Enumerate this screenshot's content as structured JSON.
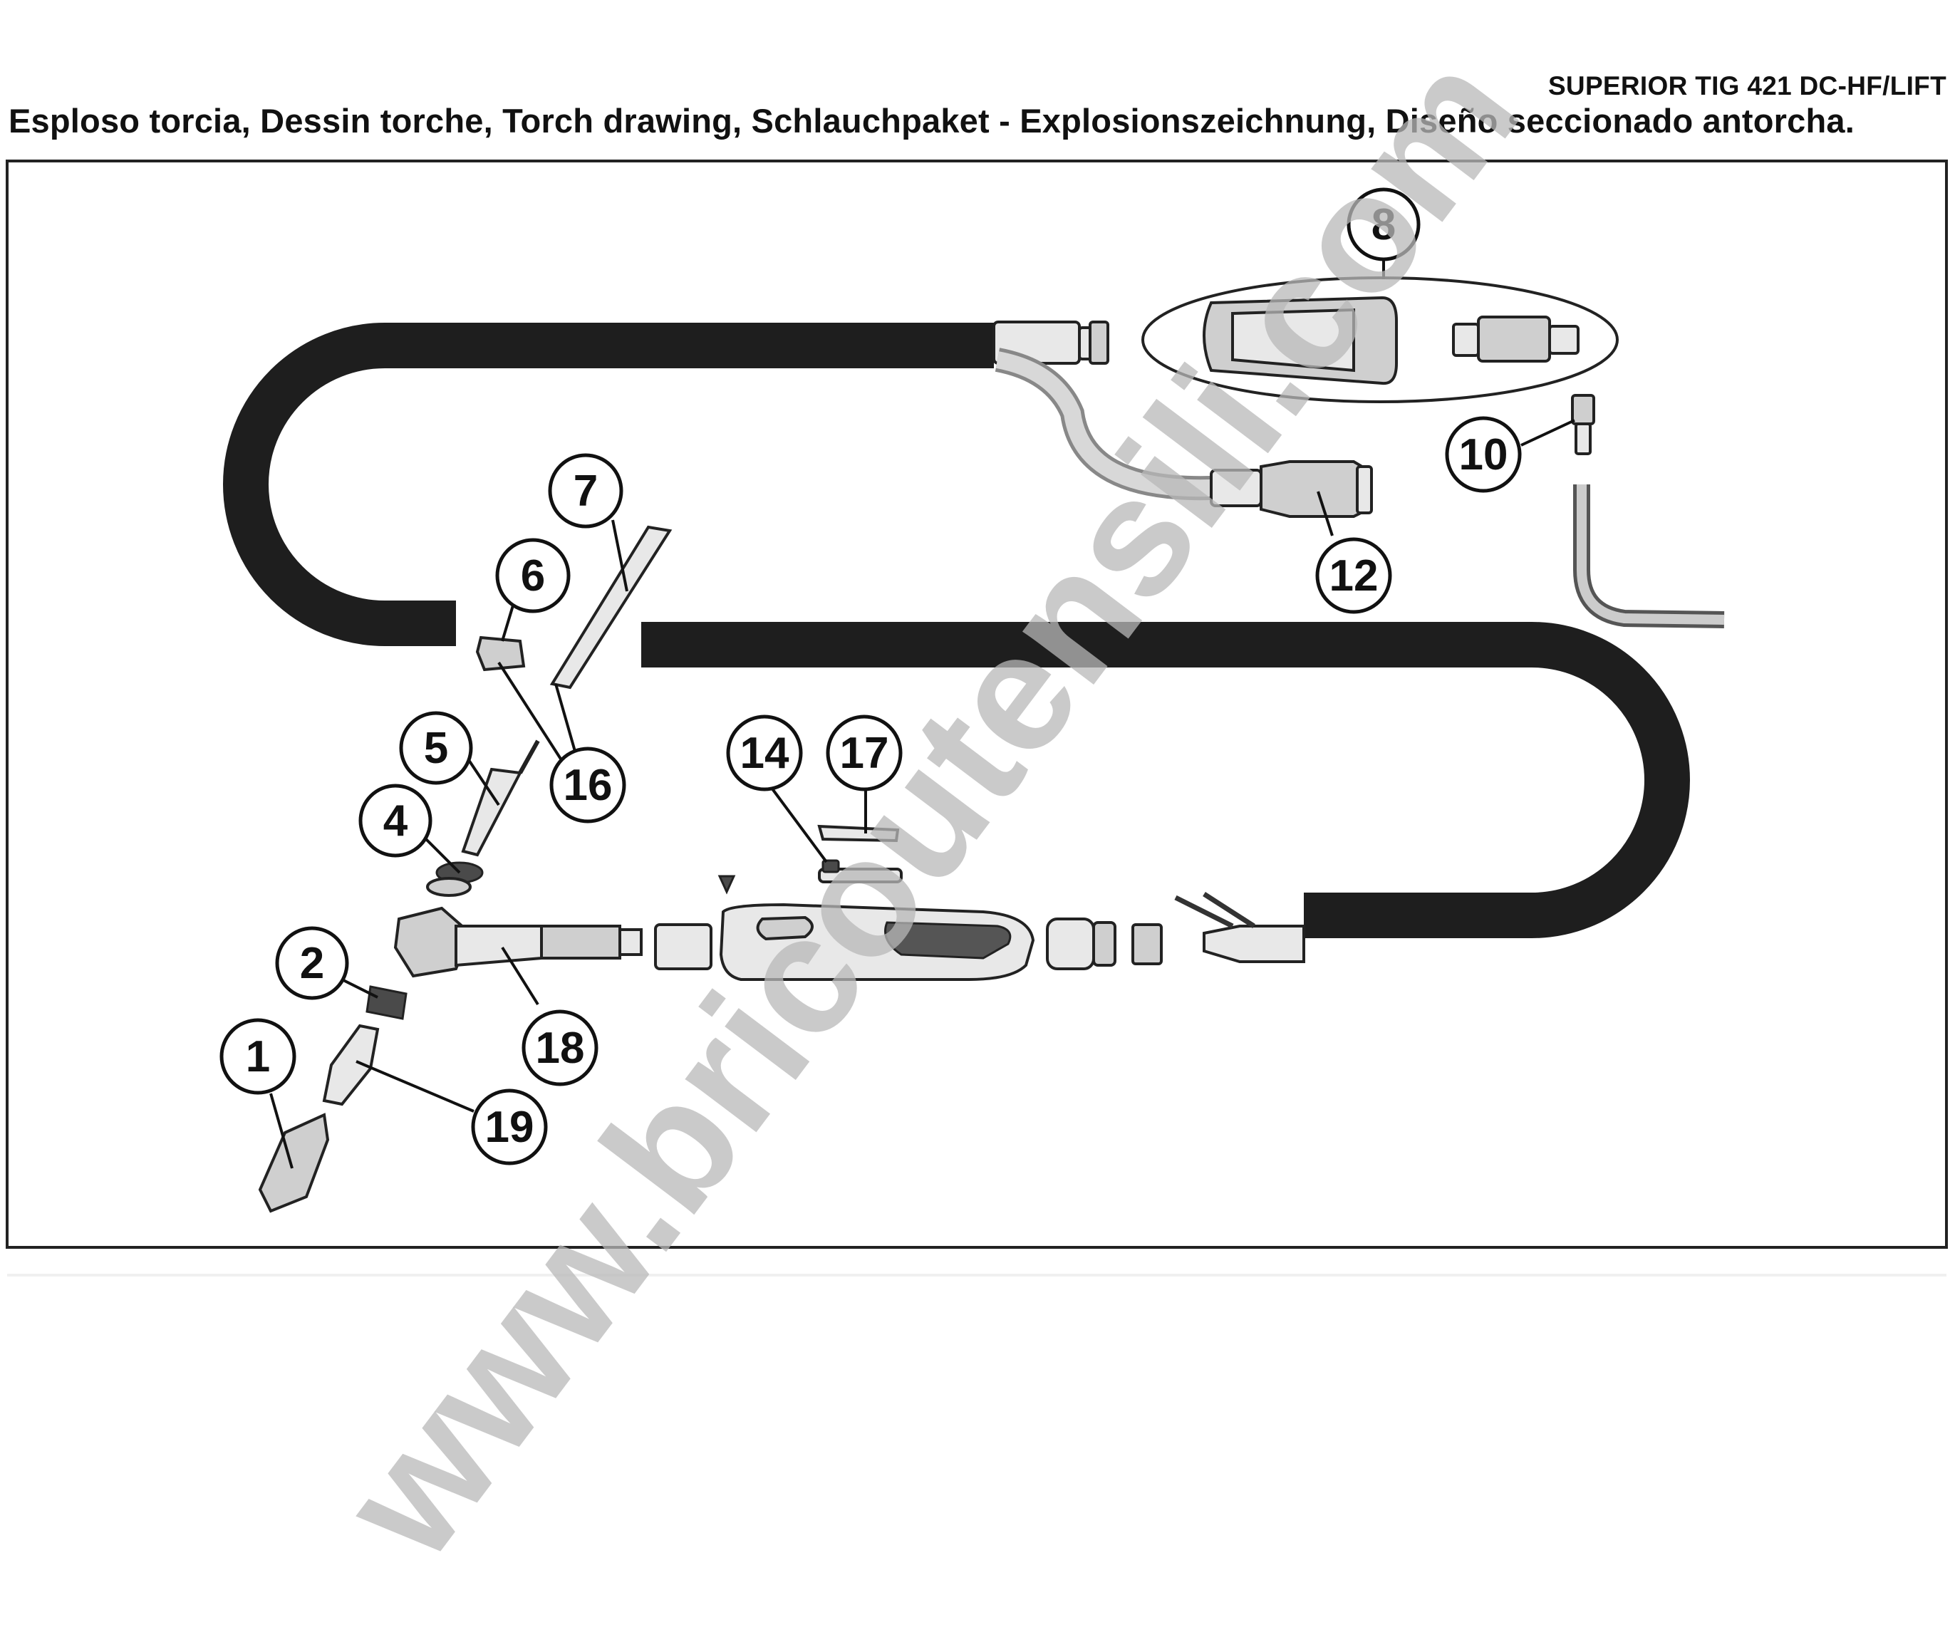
{
  "header": {
    "model": "SUPERIOR TIG 421 DC-HF/LIFT",
    "title": "Esploso torcia, Dessin torche, Torch drawing, Schlauchpaket - Explosionszeichnung, Diseño seccionado antorcha."
  },
  "watermark": {
    "text": "www.bricoutensili.com"
  },
  "callouts": {
    "c1": "1",
    "c2": "2",
    "c4": "4",
    "c5": "5",
    "c6": "6",
    "c7": "7",
    "c8": "8",
    "c10": "10",
    "c12": "12",
    "c14": "14",
    "c16": "16",
    "c17": "17",
    "c18": "18",
    "c19": "19"
  },
  "colors": {
    "hose": "#1e1e1e",
    "part": "#e8e8e8",
    "outline": "#222222",
    "watermark": "#b8b8b8"
  }
}
